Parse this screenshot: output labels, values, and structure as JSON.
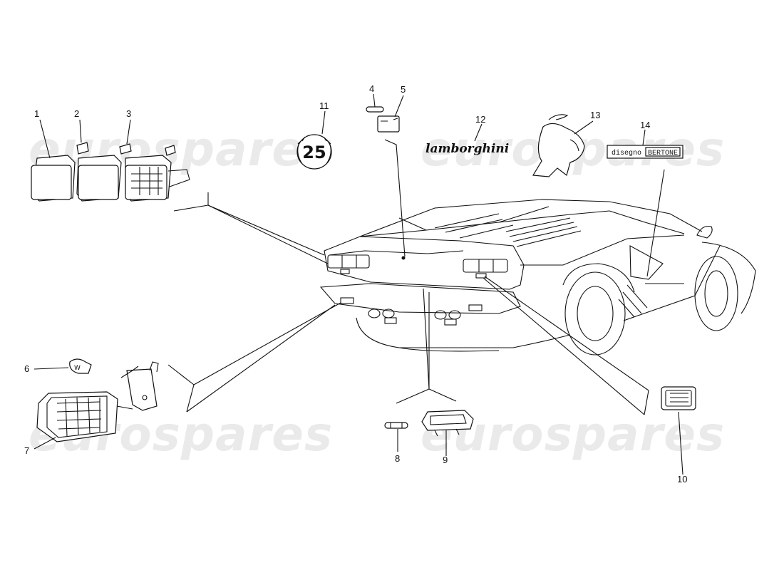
{
  "watermark": {
    "text": "eurospares"
  },
  "badges": {
    "lamborghini": "lamborghini",
    "twentyfive": "25",
    "disegno": "disegno",
    "bertone": "BERTONE"
  },
  "callouts": [
    {
      "id": "1",
      "label": "1"
    },
    {
      "id": "2",
      "label": "2"
    },
    {
      "id": "3",
      "label": "3"
    },
    {
      "id": "4",
      "label": "4"
    },
    {
      "id": "5",
      "label": "5"
    },
    {
      "id": "6",
      "label": "6"
    },
    {
      "id": "7",
      "label": "7"
    },
    {
      "id": "8",
      "label": "8"
    },
    {
      "id": "9",
      "label": "9"
    },
    {
      "id": "10",
      "label": "10"
    },
    {
      "id": "11",
      "label": "11"
    },
    {
      "id": "12",
      "label": "12"
    },
    {
      "id": "13",
      "label": "13"
    },
    {
      "id": "14",
      "label": "14"
    }
  ]
}
